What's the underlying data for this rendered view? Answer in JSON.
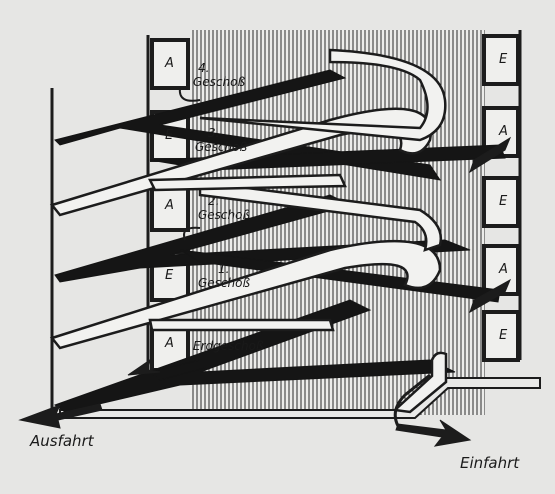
{
  "floors": [
    "4.",
    "Geschoß",
    "3.",
    "Geschoß",
    "2.",
    "Geschoß",
    "1.",
    "Geschoß",
    "Erdgeschoß"
  ],
  "left_letters": [
    "A",
    "E",
    "A",
    "E",
    "A"
  ],
  "right_letters": [
    "E",
    "A",
    "E",
    "A",
    "E"
  ],
  "exit_label": "Ausfahrt",
  "entry_label": "Einfahrt",
  "colors": {
    "paper": "#e6e6e4",
    "ink": "#1c1c1c",
    "light_ramp": "#f2f2f0",
    "dark_ramp": "#151515"
  }
}
